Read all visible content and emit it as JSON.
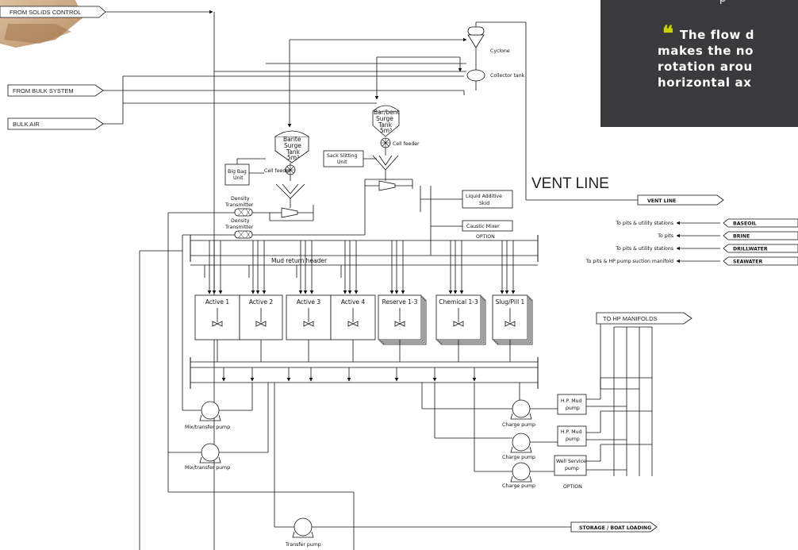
{
  "inputs": {
    "solids": "FROM SOLIDS CONTROL",
    "bulk_system": "FROM BULK SYSTEM",
    "bulk_air": "BULK AIR"
  },
  "equipment": {
    "cyclone": "Cyclone",
    "collector": "Collector tank",
    "barite_tank": [
      "Barite",
      "Surge",
      "Tank",
      "5m³"
    ],
    "barbent_tank": [
      "Bar/bent",
      "Surge",
      "Tank",
      "5m³"
    ],
    "cell_feeder": "Cell feeder",
    "big_bag": [
      "Big Bag",
      "Unit"
    ],
    "sack_slitting": [
      "Sack Slitting",
      "Unit"
    ],
    "density_transmitter": [
      "Density",
      "Transmitter"
    ],
    "liquid_additive": [
      "Liquid Additive",
      "Skid"
    ],
    "caustic_mixer": "Caustic Mixer",
    "option": "OPTION",
    "mud_return_header": "Mud return header"
  },
  "tanks": [
    "Active 1",
    "Active 2",
    "Active 3",
    "Active 4",
    "Reserve 1-3",
    "Chemical 1-3",
    "Slug/Pill 1"
  ],
  "pumps": {
    "mix_transfer": "Mix/transfer pump",
    "charge": "Charge pump",
    "hp_mud": [
      "H.P. Mud",
      "pump"
    ],
    "well_service": [
      "Well Service",
      "pump"
    ],
    "transfer": "Transfer pump"
  },
  "outputs": {
    "vent_line_big": "VENT LINE",
    "vent_line": "VENT LINE",
    "hp_manifolds": "TO HP MANIFOLDS",
    "storage": "STORAGE / BOAT LOADING"
  },
  "utilities": [
    {
      "dest": "To pits & utility stations",
      "tag": "BASEOIL"
    },
    {
      "dest": "To pits",
      "tag": "BRINE"
    },
    {
      "dest": "To pits & utility stations",
      "tag": "DRILLWATER"
    },
    {
      "dest": "To pits & HP pump suction manifold",
      "tag": "SEAWATER"
    }
  ],
  "quote": {
    "mark": "❝",
    "lines": "The flow d\nmakes the no\nrotation arou\nhorizontal ax",
    "topline": "p"
  },
  "colors": {
    "line": "#111111",
    "panel": "#3a3a3c",
    "accent": "#c8d400"
  }
}
